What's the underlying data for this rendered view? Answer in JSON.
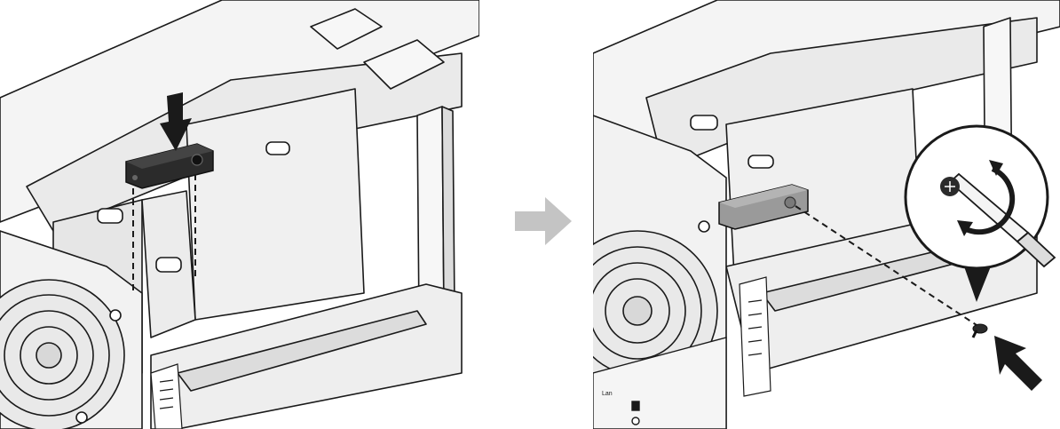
{
  "diagram": {
    "steps": [
      {
        "id": "step-1",
        "action": "place-bracket",
        "icons": [
          "down-arrow-icon"
        ]
      },
      {
        "id": "step-2",
        "action": "fasten-screw",
        "icons": [
          "screwdriver-icon",
          "rotate-icon",
          "pointer-arrow-icon"
        ]
      }
    ],
    "connector_icon": "right-arrow-icon",
    "colors": {
      "line": "#1a1a1a",
      "chassis": "#f4f4f4",
      "shade": "#dcdcdc",
      "bracket_dark": "#2b2b2b",
      "bracket_mounted": "#9a9a9a",
      "step_arrow": "#c4c4c4"
    },
    "labels": {
      "bay_mark": "Lan"
    }
  }
}
